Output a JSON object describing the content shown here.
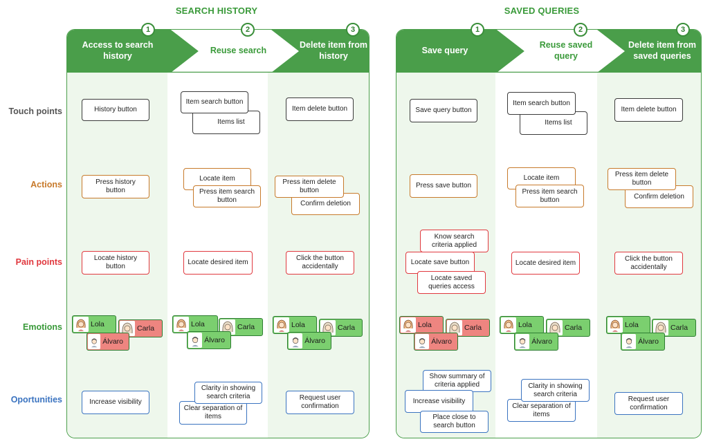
{
  "sections": [
    {
      "title": "SEARCH HISTORY",
      "steps": [
        {
          "num": "1",
          "label": "Access to search history"
        },
        {
          "num": "2",
          "label": "Reuse search"
        },
        {
          "num": "3",
          "label": "Delete item from history"
        }
      ]
    },
    {
      "title": "SAVED QUERIES",
      "steps": [
        {
          "num": "1",
          "label": "Save query"
        },
        {
          "num": "2",
          "label": "Reuse saved query"
        },
        {
          "num": "3",
          "label": "Delete item from saved queries"
        }
      ]
    }
  ],
  "rows": {
    "touch_points": "Touch points",
    "actions": "Actions",
    "pain_points": "Pain points",
    "emotions": "Emotions",
    "opportunities": "Oportunities"
  },
  "colors": {
    "green": "#3a9a3a",
    "header_green": "#4a9e4a",
    "tint": "#eef7ec",
    "touch": "#555555",
    "action": "#c77a2b",
    "pain": "#e0383e",
    "emotion": "#3a9a3a",
    "opportunity": "#3a73c0",
    "positive": "#7bcf6f",
    "negative": "#ee8580"
  },
  "cards": {
    "sh1": {
      "tp": [
        "History button"
      ],
      "ac": [
        "Press history button"
      ],
      "pp": [
        "Locate history button"
      ],
      "op": [
        "Increase visibility"
      ]
    },
    "sh2": {
      "tp": [
        "Item search button",
        "Items list"
      ],
      "ac": [
        "Locate item",
        "Press item search button"
      ],
      "pp": [
        "Locate desired item"
      ],
      "op": [
        "Clarity in showing search criteria",
        "Clear separation of items"
      ]
    },
    "sh3": {
      "tp": [
        "Item delete button"
      ],
      "ac": [
        "Press item delete button",
        "Confirm deletion"
      ],
      "pp": [
        "Click the button accidentally"
      ],
      "op": [
        "Request user confirmation"
      ]
    },
    "sq1": {
      "tp": [
        "Save query button"
      ],
      "ac": [
        "Press save button"
      ],
      "pp": [
        "Know search criteria applied",
        "Locate save button",
        "Locate saved queries access"
      ],
      "op": [
        "Show summary of criteria applied",
        "Increase visibility",
        "Place close to search button"
      ]
    },
    "sq2": {
      "tp": [
        "Item search button",
        "Items list"
      ],
      "ac": [
        "Locate item",
        "Press item search button"
      ],
      "pp": [
        "Locate desired item"
      ],
      "op": [
        "Clarity in showing search criteria",
        "Clear separation of items"
      ]
    },
    "sq3": {
      "tp": [
        "Item delete button"
      ],
      "ac": [
        "Press item delete button",
        "Confirm deletion"
      ],
      "pp": [
        "Click the button accidentally"
      ],
      "op": [
        "Request user confirmation"
      ]
    }
  },
  "personas": {
    "lola": "Lola",
    "carla": "Carla",
    "alvaro": "Álvaro"
  },
  "emotions": {
    "sh1": {
      "lola": "positive",
      "carla": "negative",
      "alvaro": "negative"
    },
    "sh2": {
      "lola": "positive",
      "carla": "positive",
      "alvaro": "positive"
    },
    "sh3": {
      "lola": "positive",
      "carla": "positive",
      "alvaro": "positive"
    },
    "sq1": {
      "lola": "negative",
      "carla": "negative",
      "alvaro": "negative"
    },
    "sq2": {
      "lola": "positive",
      "carla": "positive",
      "alvaro": "positive"
    },
    "sq3": {
      "lola": "positive",
      "carla": "positive",
      "alvaro": "positive"
    }
  }
}
